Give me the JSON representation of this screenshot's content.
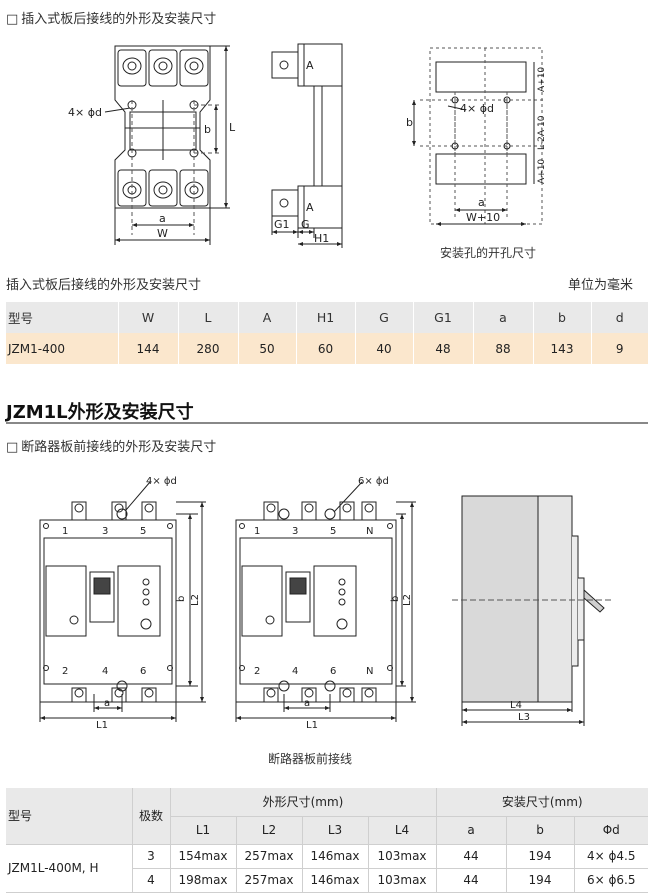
{
  "section1": {
    "heading": "插入式板后接线的外形及安装尺寸",
    "drawing_labels": {
      "hole_note": "4× ϕd",
      "a": "a",
      "b": "b",
      "L": "L",
      "W": "W",
      "A": "A",
      "G": "G",
      "G1": "G1",
      "H1": "H1",
      "A10": "A+10",
      "L2A10": "L-2A-10",
      "W10": "W+10"
    },
    "caption": "安装孔的开孔尺寸"
  },
  "table1": {
    "title": "插入式板后接线的外形及安装尺寸",
    "unit": "单位为毫米",
    "headers": [
      "型号",
      "W",
      "L",
      "A",
      "H1",
      "G",
      "G1",
      "a",
      "b",
      "d"
    ],
    "row": [
      "JZM1-400",
      "144",
      "280",
      "50",
      "60",
      "40",
      "48",
      "88",
      "143",
      "9"
    ]
  },
  "section2": {
    "title": "JZM1L外形及安装尺寸",
    "subheading": "断路器板前接线的外形及安装尺寸",
    "drawing_labels": {
      "hole3": "4× ϕd",
      "hole4": "6× ϕd",
      "terms_top_3": [
        "1",
        "3",
        "5"
      ],
      "terms_bot_3": [
        "2",
        "4",
        "6"
      ],
      "terms_top_4": [
        "1",
        "3",
        "5",
        "N"
      ],
      "terms_bot_4": [
        "2",
        "4",
        "6",
        "N"
      ],
      "a": "a",
      "b": "b",
      "L1": "L1",
      "L2": "L2",
      "L3": "L3",
      "L4": "L4"
    },
    "caption": "断路器板前接线"
  },
  "table2": {
    "col_model": "型号",
    "col_poles": "极数",
    "group_outline": "外形尺寸(mm)",
    "group_install": "安装尺寸(mm)",
    "sub_headers": [
      "L1",
      "L2",
      "L3",
      "L4",
      "a",
      "b",
      "Φd"
    ],
    "model": "JZM1L-400M, H",
    "rows": [
      [
        "3",
        "154max",
        "257max",
        "146max",
        "103max",
        "44",
        "194",
        "4× ϕ4.5"
      ],
      [
        "4",
        "198max",
        "257max",
        "146max",
        "103max",
        "44",
        "194",
        "6× ϕ6.5"
      ]
    ]
  }
}
